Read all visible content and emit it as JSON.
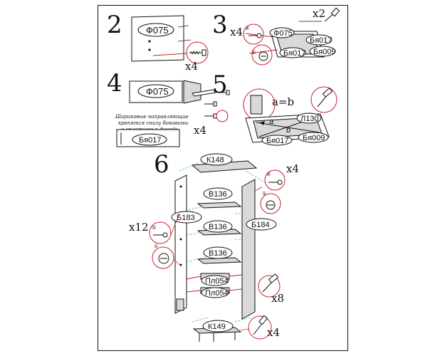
{
  "steps": {
    "s2": {
      "number": "2",
      "facade_label": "Ф075",
      "qty": "x4"
    },
    "s3": {
      "number": "3",
      "qty_left": "x4",
      "qty_top": "x2",
      "facade_label": "Ф075",
      "side_left_label": "Бя017",
      "side_right_label": "Бя017",
      "back_label": "Бя009",
      "callout_top": "②",
      "callout_bottom": "①"
    },
    "s4": {
      "number": "4",
      "facade_label": "Ф075",
      "qty": "x4",
      "note_line1": "Шариковые направляющие",
      "note_line2": "крепятся снизу боковины",
      "note_line3": "и вплотную к фасаду.",
      "rail_label": "Бя017"
    },
    "s5": {
      "number": "5",
      "formula": "a=b",
      "dim_a": "a",
      "dim_b": "b",
      "l_label": "Л130",
      "side_label": "Бя017",
      "back_label": "Бя009"
    },
    "s6": {
      "number": "6",
      "top_label": "К148",
      "shelf1": "В136",
      "shelf2": "В136",
      "shelf3": "В136",
      "left_side": "Б183",
      "right_side": "Б184",
      "plank1": "Пл054",
      "plank2": "Пл054",
      "bottom_label": "К149",
      "qty_left": "x12",
      "qty_right_top": "x4",
      "qty_right_mid": "x8",
      "qty_bottom": "x4",
      "callout_two": "②",
      "callout_one": "①"
    }
  },
  "colors": {
    "ink": "#111111",
    "callout": "#c8202a",
    "guide": "#43b5c9",
    "panel_fill": "#d9d9d9"
  }
}
